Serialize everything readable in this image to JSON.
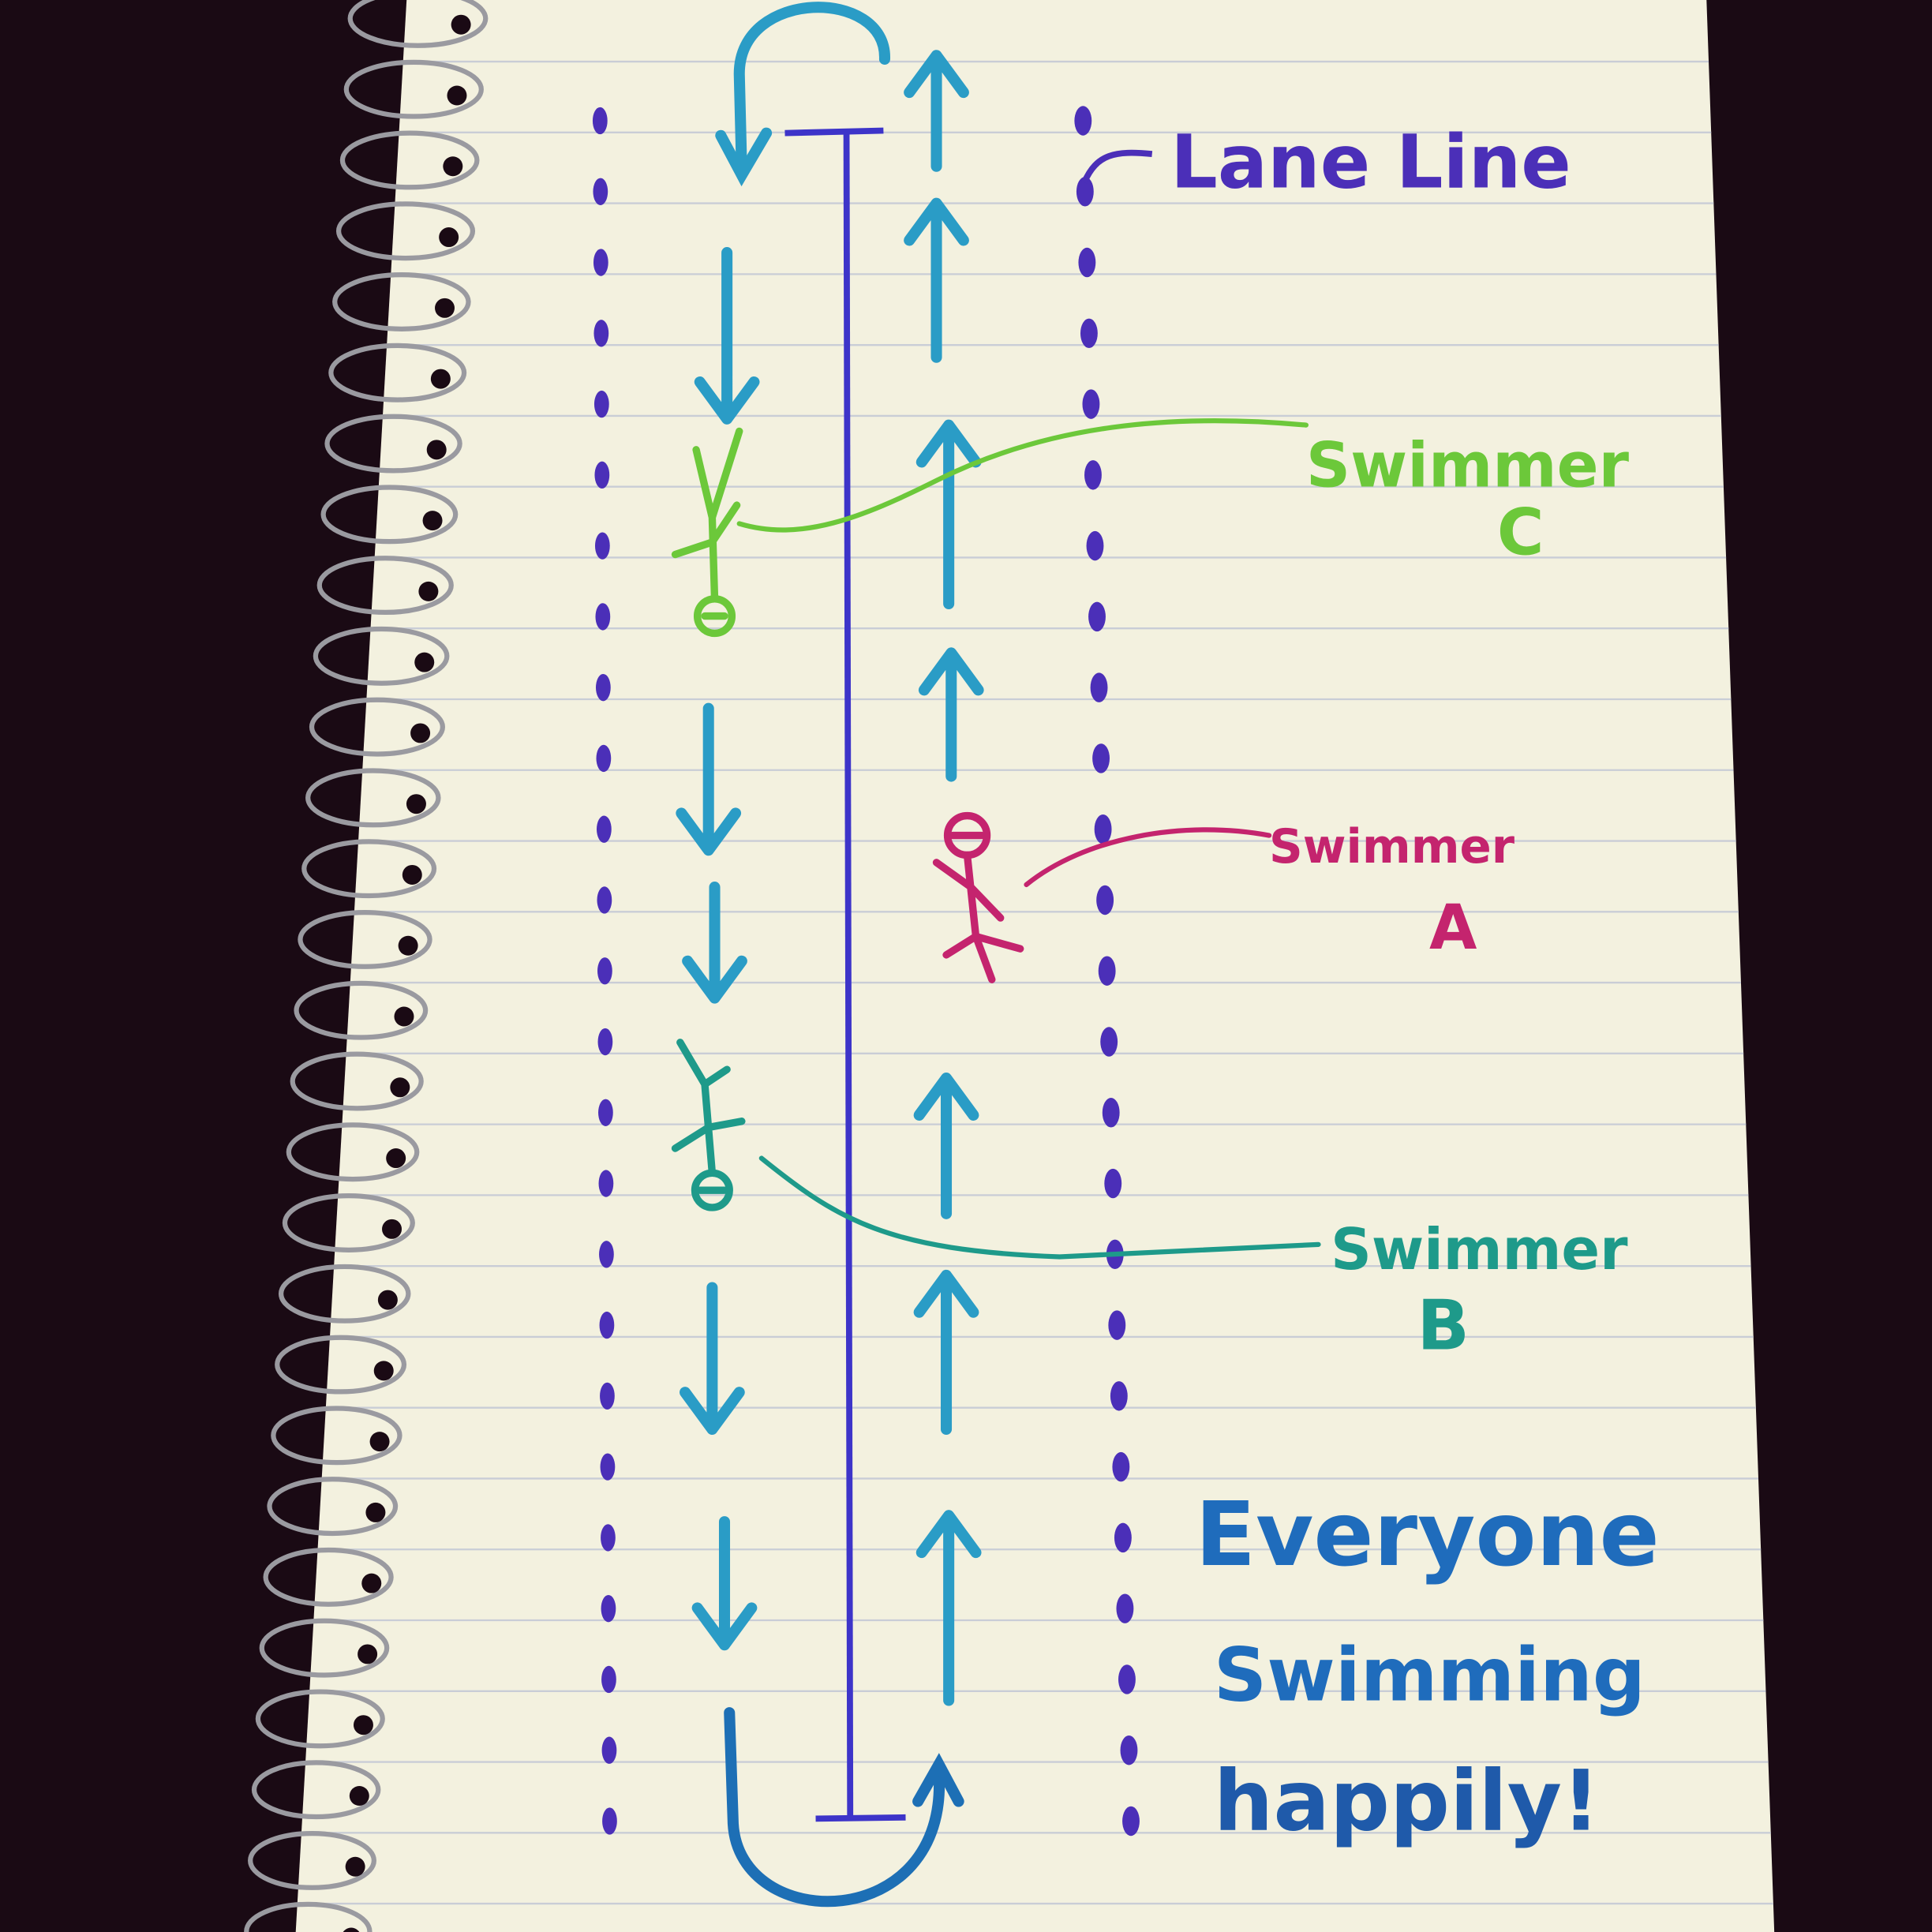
{
  "labels": {
    "lane_line": "Lane Line",
    "swimmer_c": [
      "Swimmer",
      "C"
    ],
    "swimmer_a": [
      "Swimmer",
      "A"
    ],
    "swimmer_b": [
      "Swimmer",
      "B"
    ],
    "caption": [
      "Everyone",
      "Swimming",
      "happily!"
    ]
  },
  "colors": {
    "background": "#1a0a14",
    "paper": "#f3f1df",
    "rule_line": "#c9cdd6",
    "lane_line": "#4b2fb8",
    "center_line": "#3d34c9",
    "arrows": "#2a9cc6",
    "swimmer_c": "#6cc83a",
    "swimmer_a": "#c4246e",
    "swimmer_b": "#1e9a8a",
    "caption": "#1f6cbc"
  }
}
